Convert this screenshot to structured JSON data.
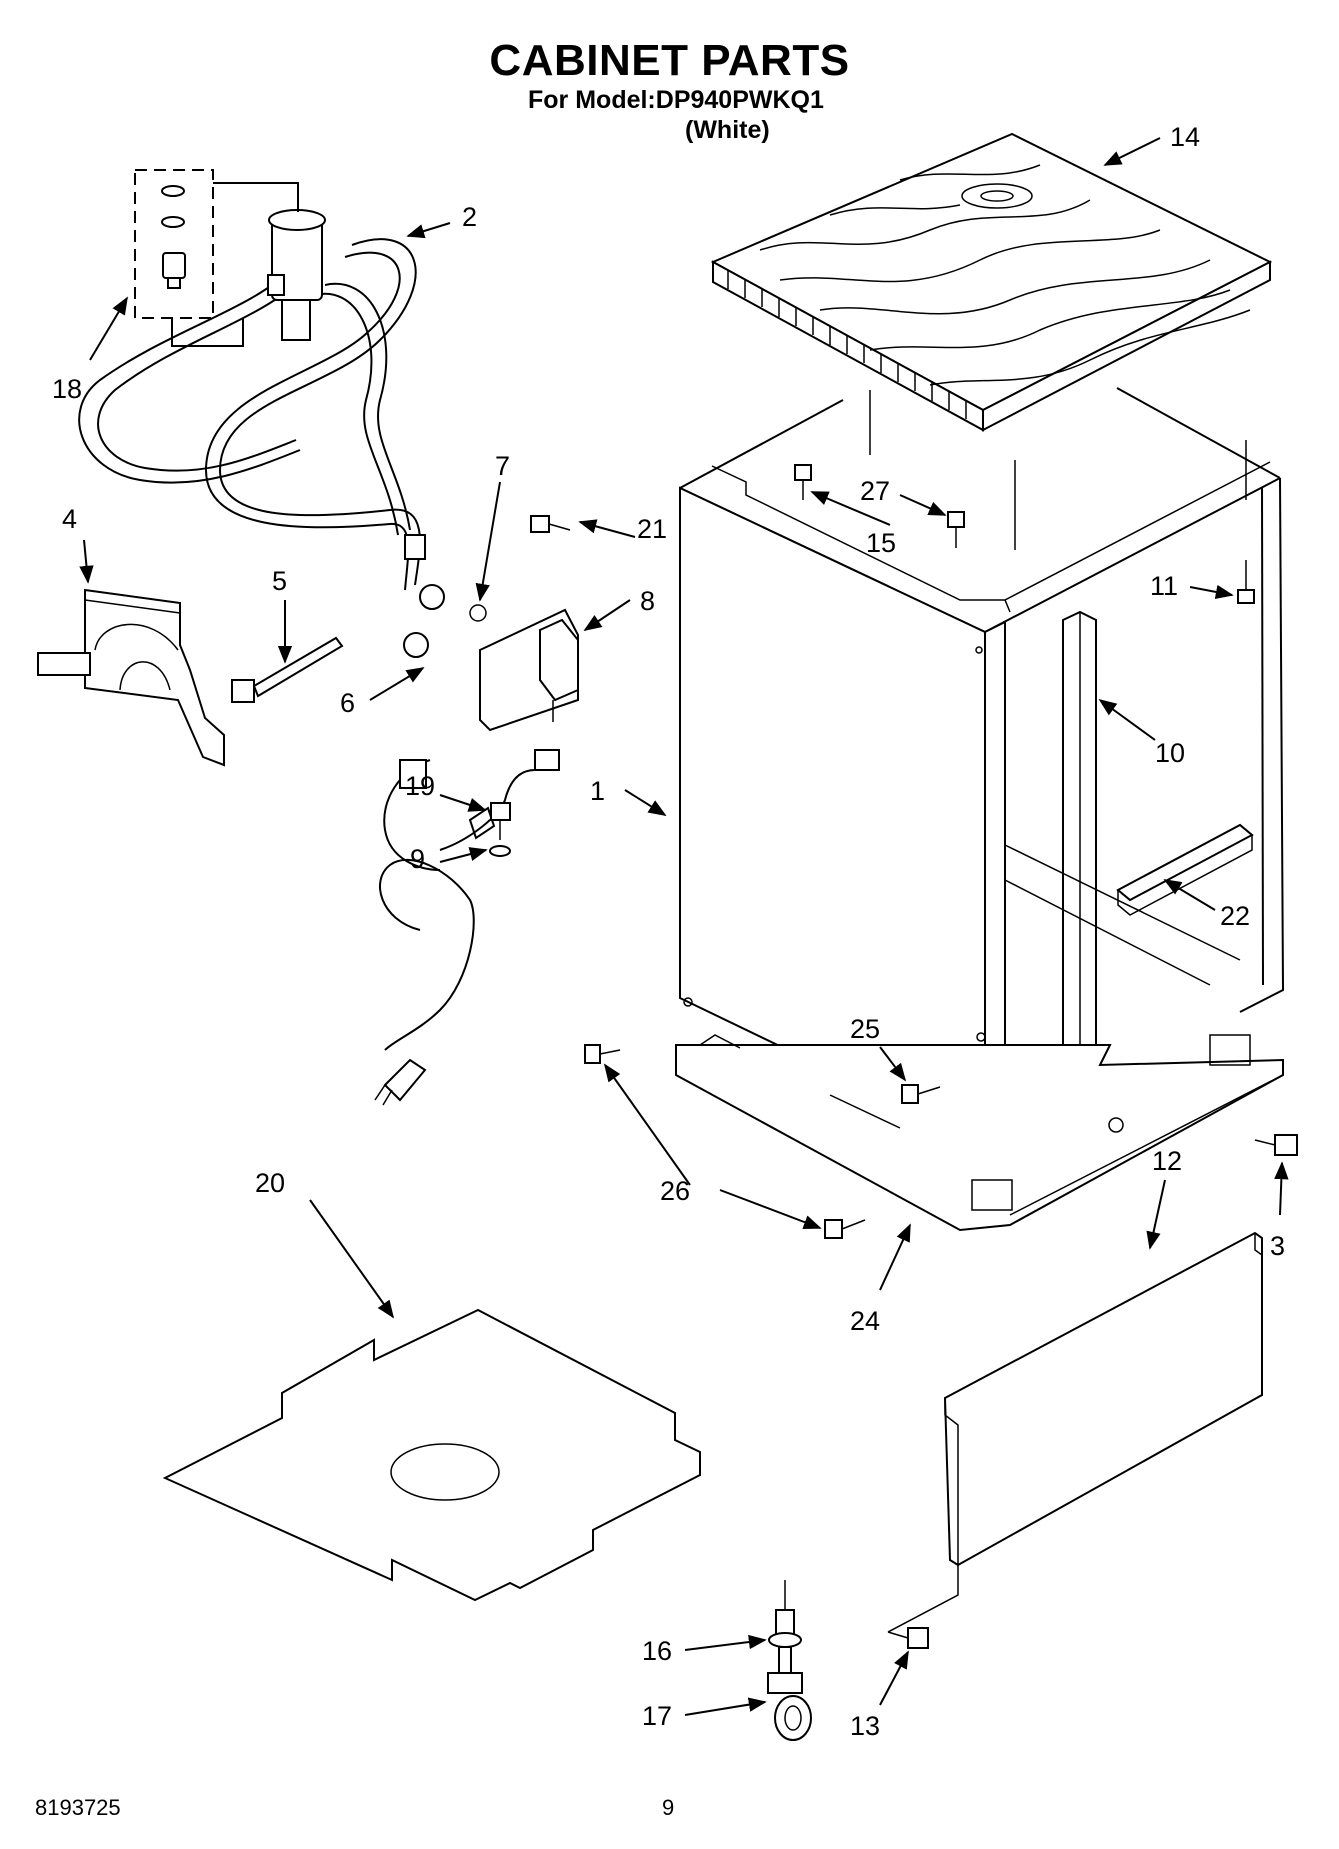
{
  "header": {
    "title": "CABINET PARTS",
    "model": "For Model:DP940PWKQ1",
    "color": "(White)"
  },
  "footer": {
    "doc_number": "8193725",
    "page_number": "9"
  },
  "callouts": [
    {
      "label": "1",
      "part": "cabinet"
    },
    {
      "label": "2",
      "part": "fill-hose"
    },
    {
      "label": "3",
      "part": "screw"
    },
    {
      "label": "4",
      "part": "bracket"
    },
    {
      "label": "5",
      "part": "tie"
    },
    {
      "label": "6",
      "part": "clamp"
    },
    {
      "label": "7",
      "part": "washer"
    },
    {
      "label": "8",
      "part": "cover"
    },
    {
      "label": "9",
      "part": "ground-washer"
    },
    {
      "label": "10",
      "part": "rail"
    },
    {
      "label": "11",
      "part": "screw"
    },
    {
      "label": "12",
      "part": "toe-panel"
    },
    {
      "label": "13",
      "part": "screw"
    },
    {
      "label": "14",
      "part": "top"
    },
    {
      "label": "15",
      "part": "screw"
    },
    {
      "label": "16",
      "part": "caster-stem"
    },
    {
      "label": "17",
      "part": "caster"
    },
    {
      "label": "18",
      "part": "connector-kit"
    },
    {
      "label": "19",
      "part": "screw"
    },
    {
      "label": "20",
      "part": "mat"
    },
    {
      "label": "21",
      "part": "screw"
    },
    {
      "label": "22",
      "part": "rail"
    },
    {
      "label": "24",
      "part": "base"
    },
    {
      "label": "25",
      "part": "screw"
    },
    {
      "label": "26",
      "part": "screw"
    },
    {
      "label": "27",
      "part": "screw"
    }
  ]
}
